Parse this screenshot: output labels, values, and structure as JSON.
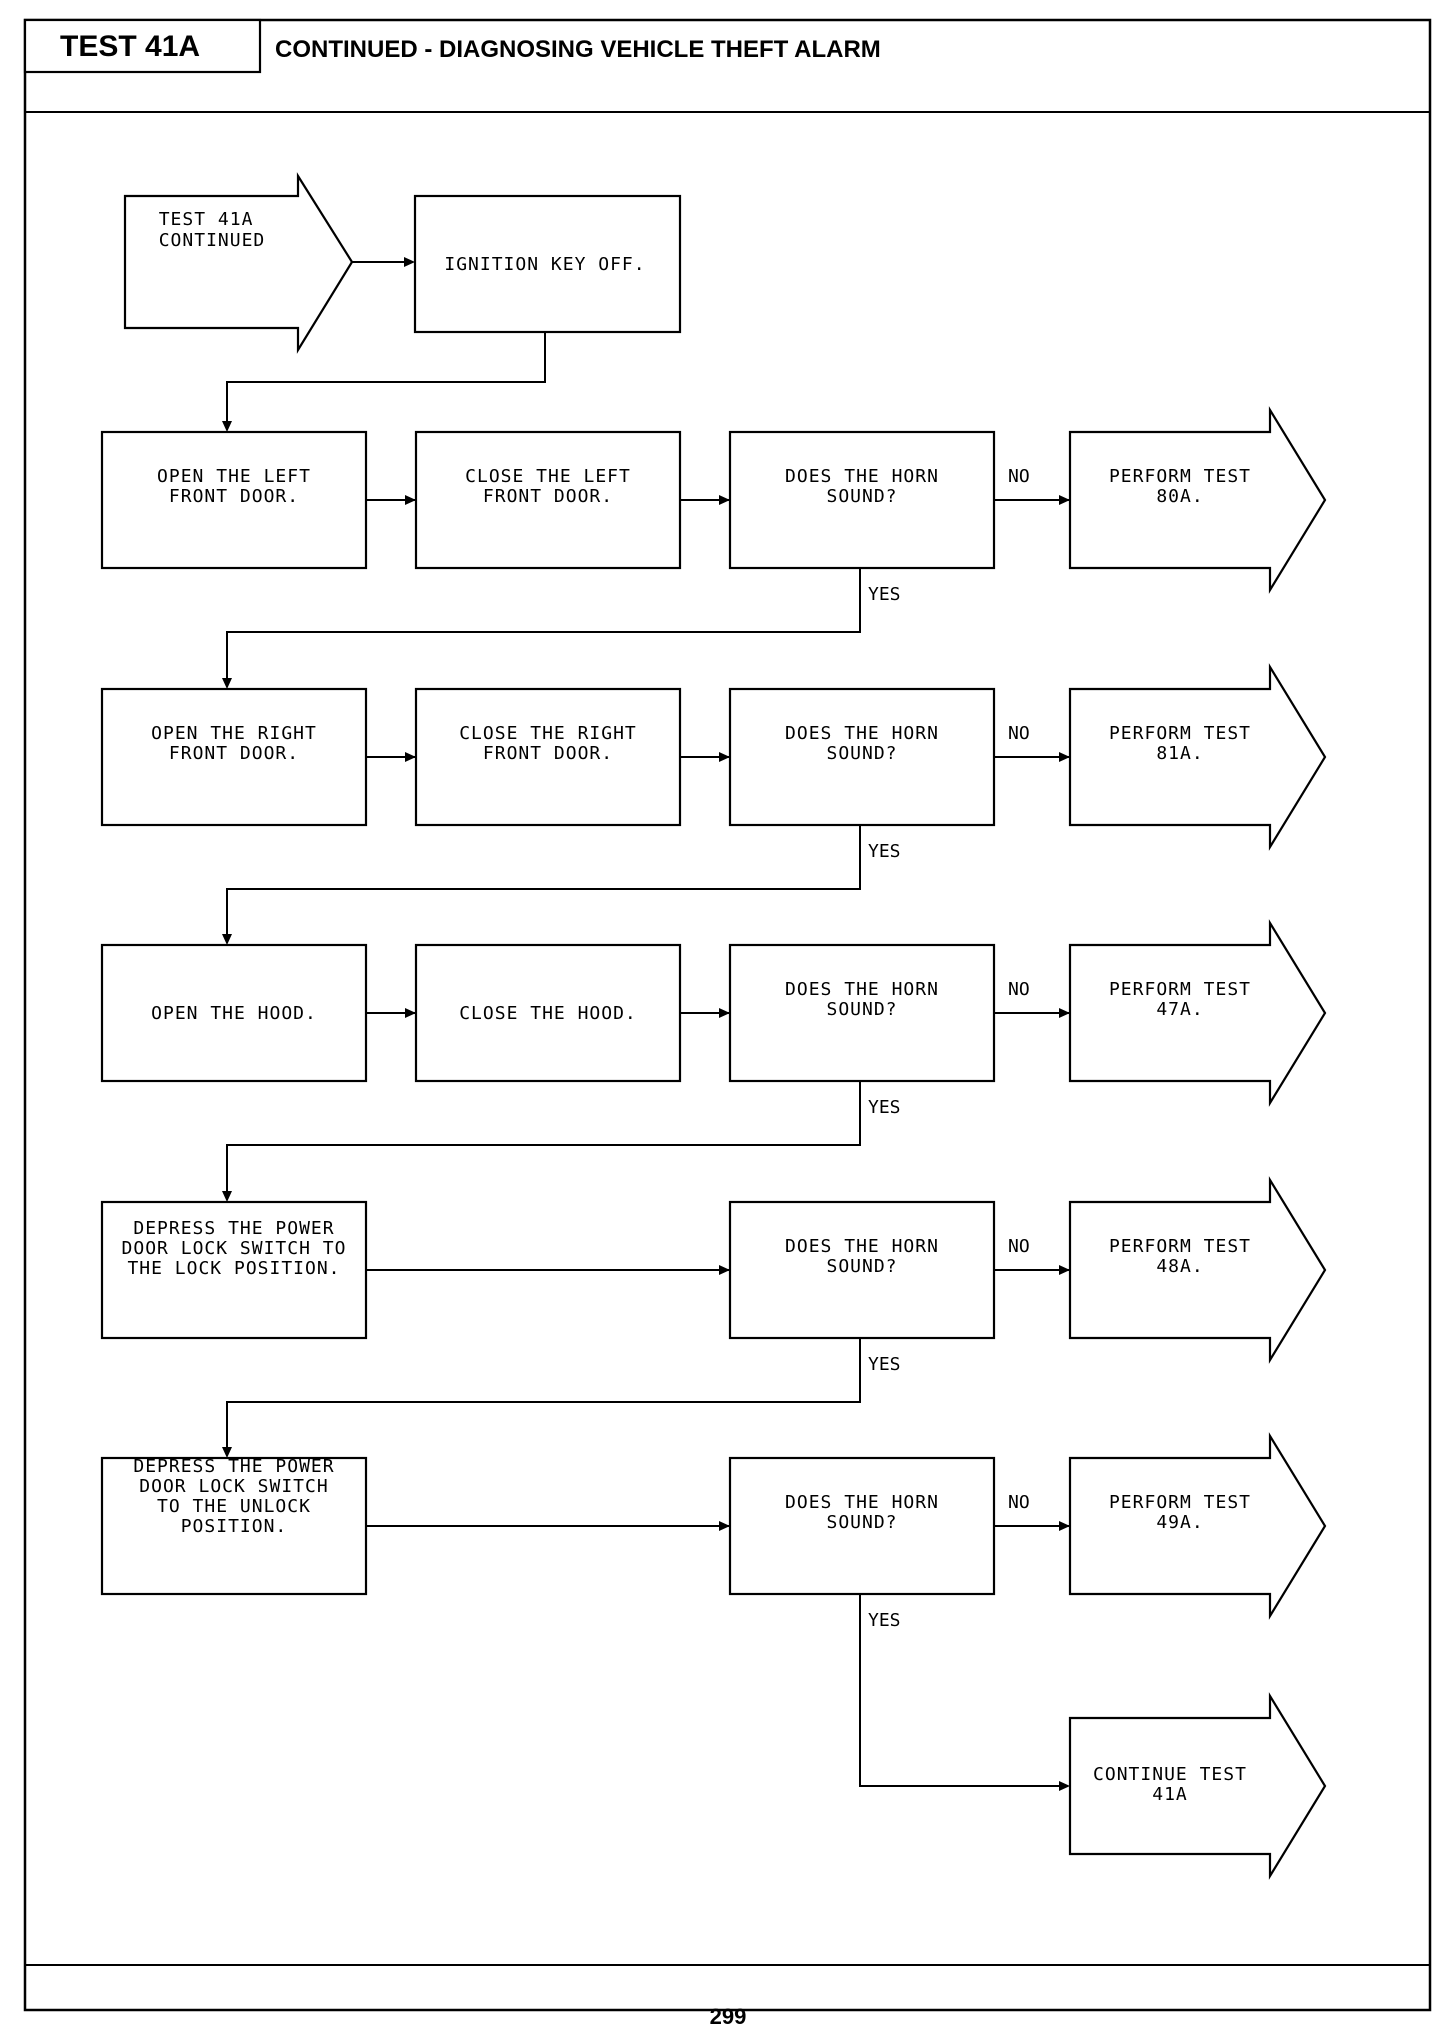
{
  "header": {
    "test_id": "TEST 41A",
    "title": "CONTINUED - DIAGNOSING VEHICLE THEFT ALARM"
  },
  "footer": {
    "page_number": "299"
  },
  "flowchart": {
    "start": {
      "lines": [
        "TEST 41A",
        "CONTINUED"
      ]
    },
    "step_ignition": {
      "lines": [
        "IGNITION KEY OFF."
      ]
    },
    "rows": [
      {
        "action1": [
          "OPEN THE LEFT",
          "FRONT DOOR."
        ],
        "action2": [
          "CLOSE THE LEFT",
          "FRONT DOOR."
        ],
        "decision": [
          "DOES THE HORN",
          "SOUND?"
        ],
        "no_label": "NO",
        "yes_label": "YES",
        "result": [
          "PERFORM TEST",
          "80A."
        ]
      },
      {
        "action1": [
          "OPEN THE RIGHT",
          "FRONT DOOR."
        ],
        "action2": [
          "CLOSE THE RIGHT",
          "FRONT DOOR."
        ],
        "decision": [
          "DOES THE HORN",
          "SOUND?"
        ],
        "no_label": "NO",
        "yes_label": "YES",
        "result": [
          "PERFORM TEST",
          "81A."
        ]
      },
      {
        "action1": [
          "OPEN THE HOOD."
        ],
        "action2": [
          "CLOSE THE HOOD."
        ],
        "decision": [
          "DOES THE HORN",
          "SOUND?"
        ],
        "no_label": "NO",
        "yes_label": "YES",
        "result": [
          "PERFORM TEST",
          "47A."
        ]
      },
      {
        "action1": [
          "DEPRESS THE POWER",
          "DOOR LOCK SWITCH TO",
          "THE LOCK POSITION."
        ],
        "action2": [],
        "decision": [
          "DOES THE HORN",
          "SOUND?"
        ],
        "no_label": "NO",
        "yes_label": "YES",
        "result": [
          "PERFORM TEST",
          "48A."
        ]
      },
      {
        "action1": [
          "DEPRESS THE POWER",
          "DOOR LOCK SWITCH",
          "TO THE UNLOCK",
          "POSITION."
        ],
        "action2": [],
        "decision": [
          "DOES THE HORN",
          "SOUND?"
        ],
        "no_label": "NO",
        "yes_label": "YES",
        "result": [
          "PERFORM TEST",
          "49A."
        ]
      }
    ],
    "end": {
      "lines": [
        "CONTINUE TEST",
        "41A"
      ]
    }
  }
}
